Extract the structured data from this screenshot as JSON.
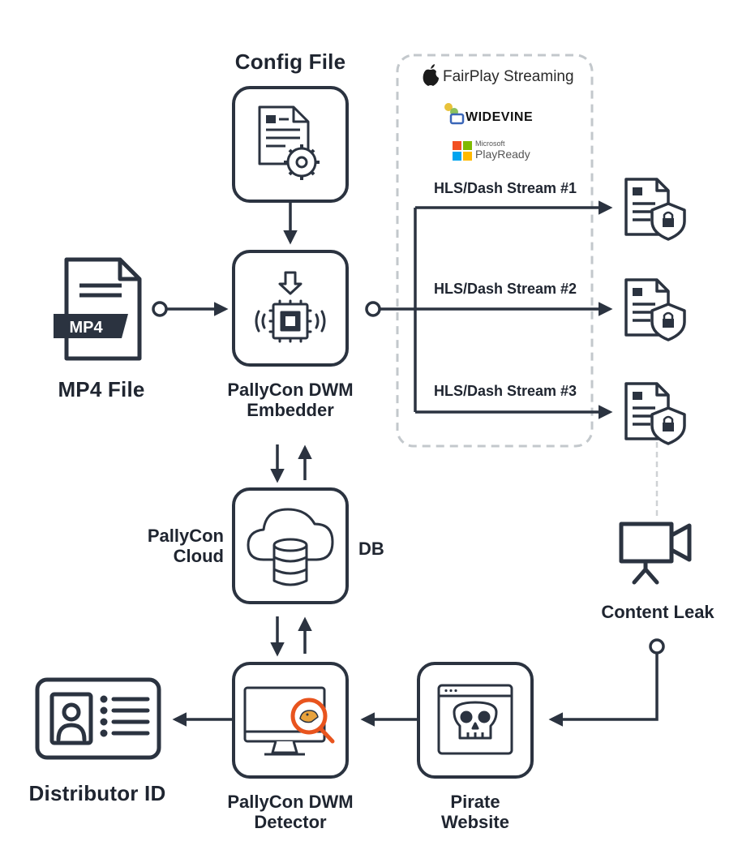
{
  "colors": {
    "ink": "#2b3340",
    "dashed_group": "#c3c8cc",
    "leak_line": "#cfd2d5",
    "magnifier": "#e8541e",
    "ms_red": "#f25022",
    "ms_green": "#7fba00",
    "ms_blue": "#00a4ef",
    "ms_yellow": "#ffb900"
  },
  "nodes": {
    "config_file": {
      "label": "Config File",
      "icon": "document-gear-icon"
    },
    "mp4_file": {
      "label": "MP4 File",
      "badge": "MP4",
      "icon": "mp4-document-icon"
    },
    "embedder": {
      "label_line1": "PallyCon DWM",
      "label_line2": "Embedder",
      "icon": "chip-signal-icon"
    },
    "cloud": {
      "label_line1": "PallyCon",
      "label_line2": "Cloud",
      "side_label": "DB",
      "icon": "cloud-database-icon"
    },
    "detector": {
      "label_line1": "PallyCon DWM",
      "label_line2": "Detector",
      "icon": "monitor-magnifier-icon"
    },
    "distributor": {
      "label": "Distributor ID",
      "icon": "id-card-icon"
    },
    "pirate": {
      "label_line1": "Pirate",
      "label_line2": "Website",
      "icon": "skull-browser-icon"
    },
    "leak": {
      "label": "Content Leak",
      "icon": "camera-recorder-icon"
    }
  },
  "drm": {
    "fairplay": "FairPlay Streaming",
    "widevine": "WIDEVINE",
    "playready_small": "Microsoft",
    "playready": "PlayReady"
  },
  "streams": [
    {
      "label": "HLS/Dash Stream #1",
      "icon": "protected-document-icon"
    },
    {
      "label": "HLS/Dash Stream #2",
      "icon": "protected-document-icon"
    },
    {
      "label": "HLS/Dash Stream #3",
      "icon": "protected-document-icon"
    }
  ]
}
